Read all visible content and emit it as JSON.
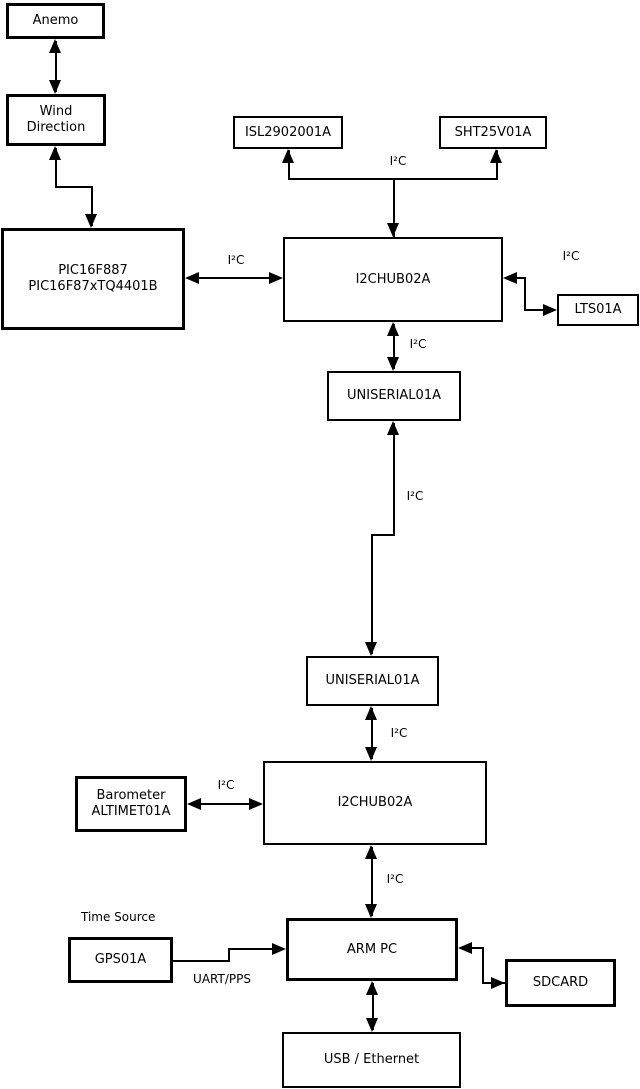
{
  "diagram": {
    "nodes": {
      "anemo": {
        "label": "Anemo"
      },
      "wind_direction": {
        "line1": "Wind",
        "line2": "Direction"
      },
      "pic": {
        "line1": "PIC16F887",
        "line2": "PIC16F87xTQ4401B"
      },
      "isl": {
        "label": "ISL2902001A"
      },
      "sht": {
        "label": "SHT25V01A"
      },
      "i2chub_top": {
        "label": "I2CHUB02A"
      },
      "lts": {
        "label": "LTS01A"
      },
      "uniserial_top": {
        "label": "UNISERIAL01A"
      },
      "uniserial_bottom": {
        "label": "UNISERIAL01A"
      },
      "i2chub_bottom": {
        "label": "I2CHUB02A"
      },
      "barometer": {
        "line1": "Barometer",
        "line2": "ALTIMET01A"
      },
      "gps": {
        "label": "GPS01A"
      },
      "arm_pc": {
        "label": "ARM PC"
      },
      "sdcard": {
        "label": "SDCARD"
      },
      "usb_ethernet": {
        "label": "USB / Ethernet"
      }
    },
    "edge_labels": {
      "pic_hub1": "I²C",
      "hub1_sensors": "I²C",
      "hub1_lts": "I²C",
      "hub1_uniserial1": "I²C",
      "uniserial1_uniserial2": "I²C",
      "uniserial2_hub2": "I²C",
      "barometer_hub2": "I²C",
      "hub2_armpc": "I²C",
      "gps_armpc": "UART/PPS"
    },
    "annotations": {
      "time_source": "Time Source"
    },
    "colors": {
      "line": "#000000",
      "box_border": "#000000",
      "box_fill": "#ffffff",
      "background": "#ffffff",
      "text": "#000000"
    }
  }
}
